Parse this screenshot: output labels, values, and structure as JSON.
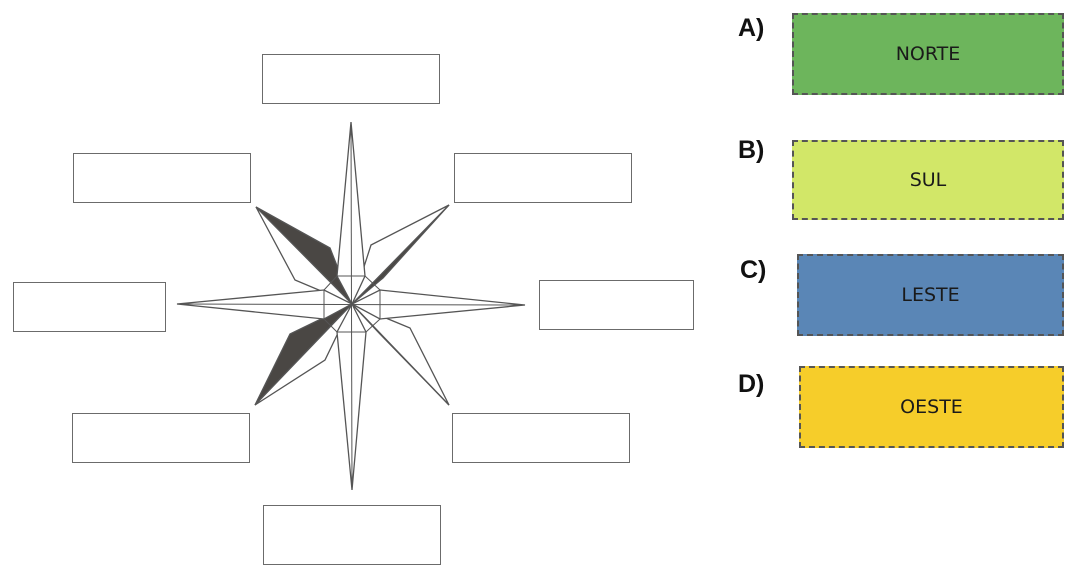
{
  "options": [
    {
      "letter": "A)",
      "label": "NORTE",
      "color": "#6db55c"
    },
    {
      "letter": "B)",
      "label": "SUL",
      "color": "#d2e768"
    },
    {
      "letter": "C)",
      "label": "LESTE",
      "color": "#5a86b6"
    },
    {
      "letter": "D)",
      "label": "OESTE",
      "color": "#f6cd2a"
    }
  ],
  "colors": {
    "outline": "#555555",
    "dark_fill": "#4a4744",
    "light_fill": "#ffffff"
  }
}
